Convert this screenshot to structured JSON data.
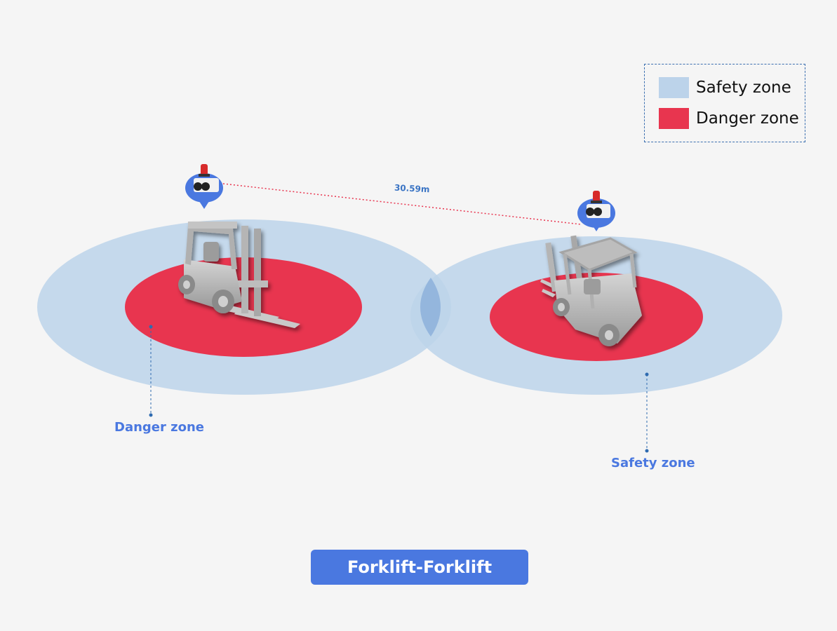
{
  "legend": {
    "items": [
      {
        "label": "Safety zone",
        "color": "#bcd3ea"
      },
      {
        "label": "Danger zone",
        "color": "#e8354f"
      }
    ]
  },
  "distance_label": "30.59m",
  "callouts": {
    "danger": "Danger zone",
    "safety": "Safety zone"
  },
  "title": "Forklift-Forklift",
  "colors": {
    "accent": "#4a78e0",
    "safety": "#bcd3ea",
    "danger": "#e8354f",
    "line": "#e8354f",
    "beacon": "#4a78e0"
  }
}
